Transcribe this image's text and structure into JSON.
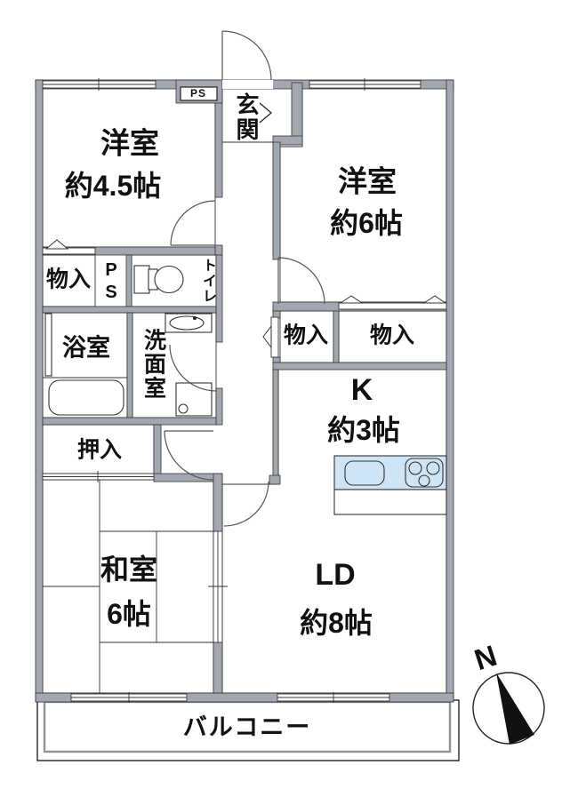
{
  "floorplan": {
    "rooms": {
      "western1": {
        "name": "洋室",
        "size": "約4.5帖"
      },
      "western2": {
        "name": "洋室",
        "size": "約6帖"
      },
      "entrance": {
        "name": "玄関"
      },
      "ps_label": {
        "name": "PS"
      },
      "ps_shaft": {
        "p": "P",
        "s": "S"
      },
      "storage_top": {
        "name": "物入"
      },
      "toilet": {
        "name": "トイレ"
      },
      "bathroom": {
        "name": "浴室"
      },
      "washroom": {
        "name": "洗面室"
      },
      "storage_mid_left": {
        "name": "物入"
      },
      "storage_mid_right": {
        "name": "物入"
      },
      "kitchen": {
        "name": "K",
        "size": "約3帖"
      },
      "closet": {
        "name": "押入"
      },
      "japanese": {
        "name": "和室",
        "size": "6帖"
      },
      "living_dining": {
        "name": "LD",
        "size": "約8帖"
      },
      "balcony": {
        "name": "バルコニー"
      }
    },
    "compass": {
      "north": "N"
    },
    "colors": {
      "western_room": "#f2e3cd",
      "storage": "#fcedc8",
      "wet_area": "#d2e4f3",
      "kitchen_living": "#f4e1e1",
      "japanese_room": "#dceedd",
      "counter": "#cfe4f4",
      "wall": "#a3a8b0"
    }
  }
}
